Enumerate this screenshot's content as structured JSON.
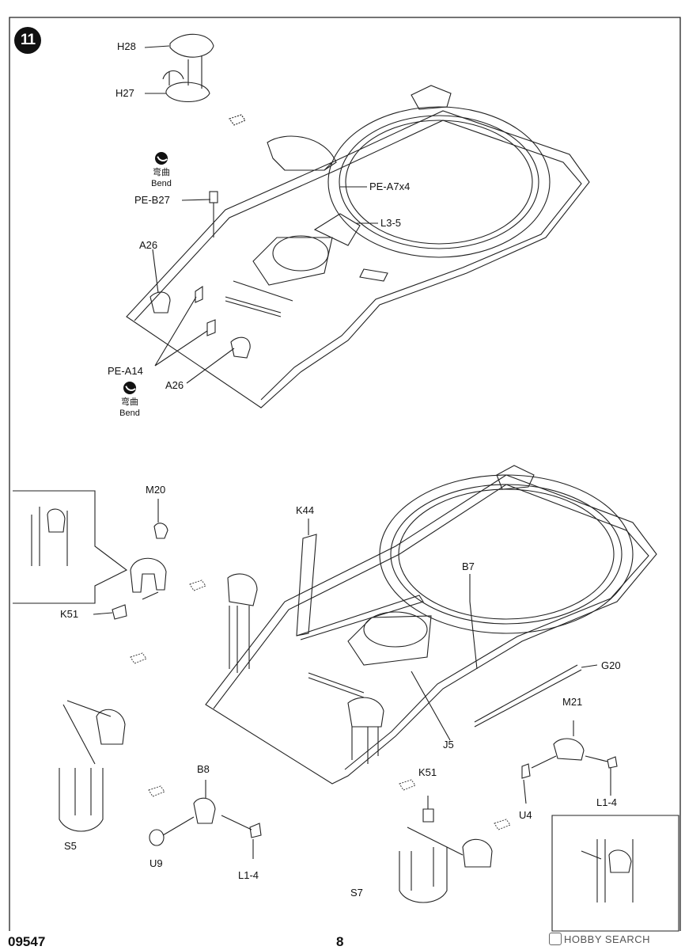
{
  "step": {
    "number": "11"
  },
  "labels_top": {
    "h28": "H28",
    "h27": "H27",
    "pe_a7x4": "PE-A7x4",
    "l3_5": "L3-5",
    "pe_b27": "PE-B27",
    "a26_upper": "A26",
    "pe_a14": "PE-A14",
    "a26_lower": "A26"
  },
  "bend_notes": [
    {
      "cn": "弯曲",
      "en": "Bend"
    },
    {
      "cn": "弯曲",
      "en": "Bend"
    }
  ],
  "labels_bottom": {
    "m20": "M20",
    "k51_left": "K51",
    "k44": "K44",
    "b7": "B7",
    "g20": "G20",
    "m21": "M21",
    "j5": "J5",
    "u4": "U4",
    "l1_4_right": "L1-4",
    "b8": "B8",
    "k51_bottom": "K51",
    "s5": "S5",
    "u9": "U9",
    "l1_4_center": "L1-4",
    "s7": "S7"
  },
  "footer": {
    "code": "09547",
    "page": "8",
    "watermark": "HOBBY SEARCH"
  }
}
